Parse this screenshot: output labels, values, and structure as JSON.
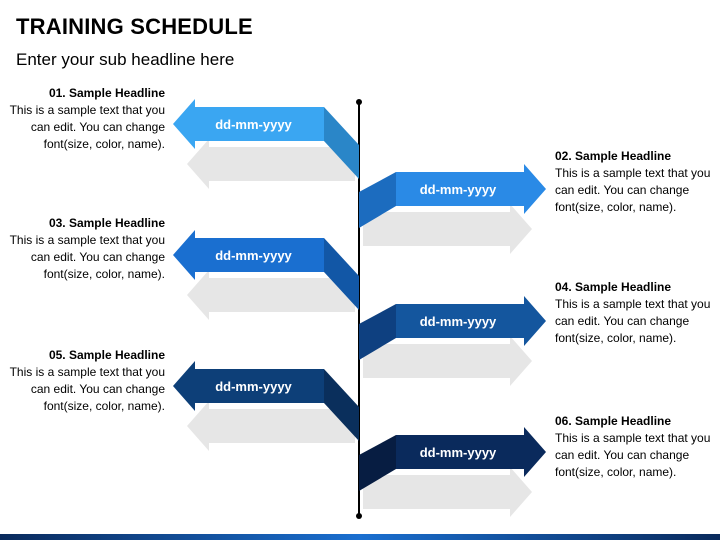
{
  "title": "TRAINING SCHEDULE",
  "subtitle": "Enter your sub headline here",
  "events": [
    {
      "headline": "01. Sample Headline",
      "text": "This is a sample text that you can edit. You can change font(size, color, name).",
      "date": "dd-mm-yyyy",
      "side": "left",
      "color": "#3aa6f2",
      "fold": "#2a86c8"
    },
    {
      "headline": "02. Sample Headline",
      "text": "This is a sample text that you can edit. You can change font(size, color, name).",
      "date": "dd-mm-yyyy",
      "side": "right",
      "color": "#2a8ae6",
      "fold": "#1c6cbf"
    },
    {
      "headline": "03. Sample Headline",
      "text": "This is a sample text that you can edit. You can change font(size, color, name).",
      "date": "dd-mm-yyyy",
      "side": "left",
      "color": "#1a6fd0",
      "fold": "#1257a6"
    },
    {
      "headline": "04. Sample Headline",
      "text": "This is a sample text that you can edit. You can change font(size, color, name).",
      "date": "dd-mm-yyyy",
      "side": "right",
      "color": "#14569e",
      "fold": "#0e4080"
    },
    {
      "headline": "05. Sample Headline",
      "text": "This is a sample text that you can edit. You can change font(size, color, name).",
      "date": "dd-mm-yyyy",
      "side": "left",
      "color": "#0d3f78",
      "fold": "#0a2f5c"
    },
    {
      "headline": "06. Sample Headline",
      "text": "This is a sample text that you can edit. You can change font(size, color, name).",
      "date": "dd-mm-yyyy",
      "side": "right",
      "color": "#0a2a5c",
      "fold": "#071d42"
    }
  ],
  "colors": {
    "shadow": "#e6e6e6",
    "axis": "#000000",
    "date_text": "#ffffff"
  }
}
